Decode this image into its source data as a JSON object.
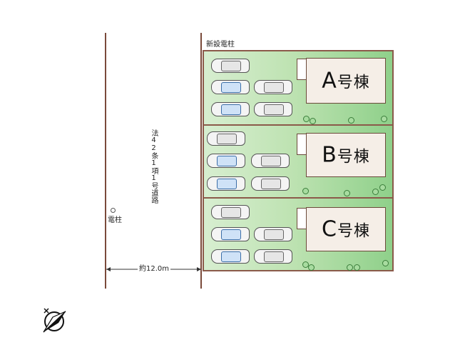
{
  "labels": {
    "new_pole": "新設電柱",
    "pole": "電柱",
    "road": "法42条1項1号道路",
    "width": "約12.0m"
  },
  "lots": [
    {
      "id": "A",
      "letter": "A",
      "suffix": "号棟"
    },
    {
      "id": "B",
      "letter": "B",
      "suffix": "号棟"
    },
    {
      "id": "C",
      "letter": "C",
      "suffix": "号棟"
    }
  ],
  "icons": {
    "compass": "north-arrow-icon",
    "pole": "utility-pole-icon"
  },
  "colors": {
    "lot_border": "#8b5a4a",
    "lawn": "#8fd08a",
    "house_fill": "#f5eee7"
  }
}
